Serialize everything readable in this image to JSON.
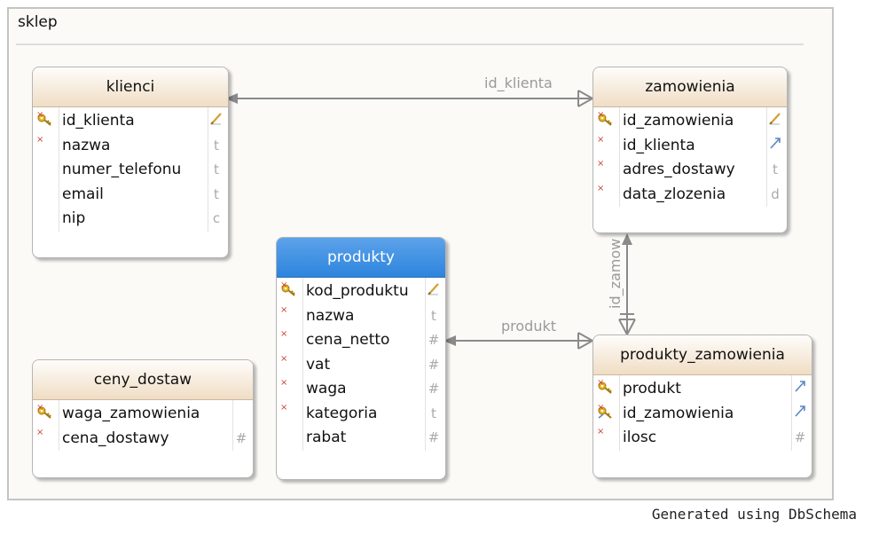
{
  "schema_name": "sklep",
  "footer": "Generated using DbSchema",
  "tables": {
    "klienci": {
      "name": "klienci",
      "columns": [
        {
          "name": "id_klienta",
          "type": "pencil",
          "icon": "key",
          "required": true
        },
        {
          "name": "nazwa",
          "type": "t",
          "icon": "",
          "required": true
        },
        {
          "name": "numer_telefonu",
          "type": "t",
          "icon": "",
          "required": false
        },
        {
          "name": "email",
          "type": "t",
          "icon": "",
          "required": false
        },
        {
          "name": "nip",
          "type": "c",
          "icon": "",
          "required": false
        }
      ]
    },
    "zamowienia": {
      "name": "zamowienia",
      "columns": [
        {
          "name": "id_zamowienia",
          "type": "pencil",
          "icon": "key",
          "required": true
        },
        {
          "name": "id_klienta",
          "type": "arrow",
          "icon": "",
          "required": true
        },
        {
          "name": "adres_dostawy",
          "type": "t",
          "icon": "",
          "required": true
        },
        {
          "name": "data_zlozenia",
          "type": "d",
          "icon": "",
          "required": true
        }
      ]
    },
    "produkty": {
      "name": "produkty",
      "selected": true,
      "columns": [
        {
          "name": "kod_produktu",
          "type": "pencil",
          "icon": "key",
          "required": true
        },
        {
          "name": "nazwa",
          "type": "t",
          "icon": "",
          "required": true
        },
        {
          "name": "cena_netto",
          "type": "#",
          "icon": "",
          "required": true
        },
        {
          "name": "vat",
          "type": "#",
          "icon": "",
          "required": true
        },
        {
          "name": "waga",
          "type": "#",
          "icon": "",
          "required": true
        },
        {
          "name": "kategoria",
          "type": "t",
          "icon": "",
          "required": true
        },
        {
          "name": "rabat",
          "type": "#",
          "icon": "",
          "required": false
        }
      ]
    },
    "ceny_dostaw": {
      "name": "ceny_dostaw",
      "columns": [
        {
          "name": "waga_zamowienia",
          "type": "",
          "icon": "key",
          "required": true
        },
        {
          "name": "cena_dostawy",
          "type": "#",
          "icon": "",
          "required": true
        }
      ]
    },
    "produkty_zamowienia": {
      "name": "produkty_zamowienia",
      "columns": [
        {
          "name": "produkt",
          "type": "arrow",
          "icon": "key",
          "required": true
        },
        {
          "name": "id_zamowienia",
          "type": "arrow",
          "icon": "keyfk",
          "required": true
        },
        {
          "name": "ilosc",
          "type": "#",
          "icon": "",
          "required": true
        }
      ]
    }
  },
  "relations": {
    "klienci_zamowienia": "id_klienta",
    "produkty_produkty_zamowienia": "produkt",
    "zamowienia_produkty_zamowienia": "id_zamow"
  },
  "colors": {
    "header_gradient": [
      "#fefdfb",
      "#f0ddc4"
    ],
    "selected_header": "#2d85dd",
    "relation_line": "#8a8a8a",
    "key_icon": "#e6b21f"
  }
}
